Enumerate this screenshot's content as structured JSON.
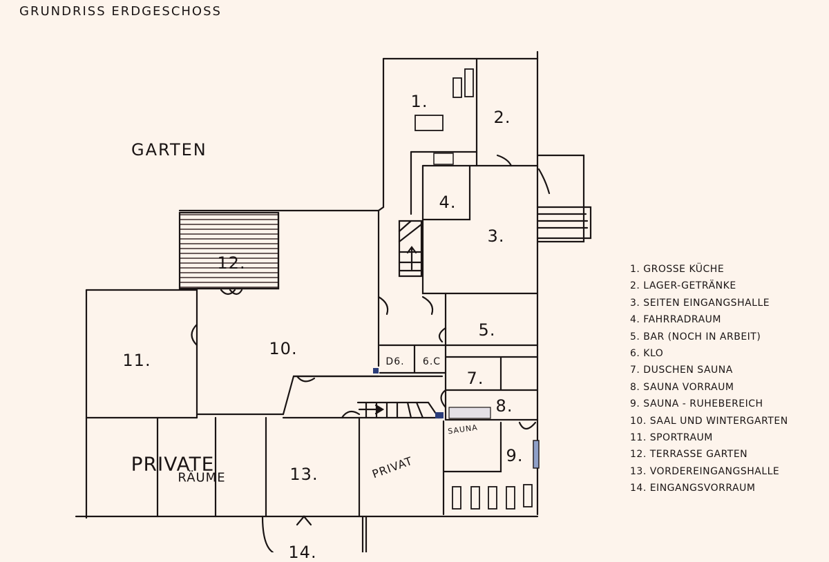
{
  "title": "Grundriss Erdgeschoss",
  "garden_label": "Garten",
  "rooms": {
    "r1": "1.",
    "r2": "2.",
    "r3": "3.",
    "r4": "4.",
    "r5": "5.",
    "r6a": "D6.",
    "r6b": "6.C",
    "r7": "7.",
    "r8": "8.",
    "r9": "9.",
    "r10": "10.",
    "r11": "11.",
    "r12": "12.",
    "r13": "13.",
    "r14": "14."
  },
  "area_labels": {
    "private_1": "Private",
    "private_2": "Räume",
    "privat": "Privat",
    "sauna": "Sauna"
  },
  "legend": [
    "1. Große Küche",
    "2. Lager-Getränke",
    "3. Seiten Eingangshalle",
    "4. Fahrradraum",
    "5. Bar (noch in Arbeit)",
    "6. Klo",
    "7. Duschen Sauna",
    "8. Sauna Vorraum",
    "9. Sauna - Ruhebereich",
    "10. Saal und Wintergarten",
    "11. Sportraum",
    "12. Terrasse Garten",
    "13. Vordereingangshalle",
    "14. Eingangsvorraum"
  ]
}
